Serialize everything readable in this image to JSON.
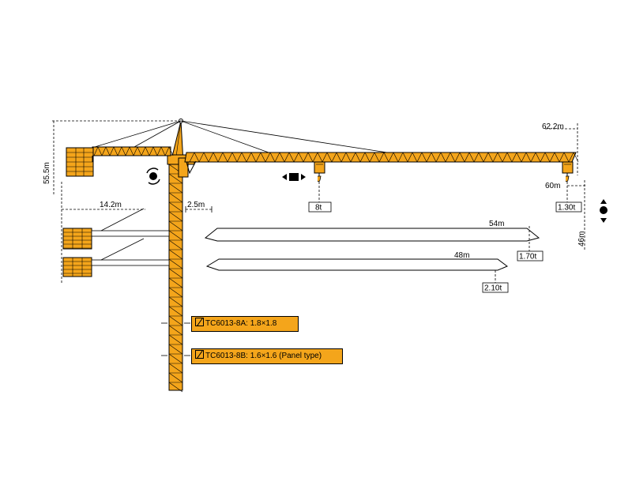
{
  "colors": {
    "steel": "#F4A51B",
    "outline": "#000000",
    "background": "#ffffff"
  },
  "dimensions": {
    "total_height": "55.5m",
    "counter_jib": "14.2m",
    "tower_offset": "2.5m",
    "jib_length": "62.2m",
    "radius_60": "60m",
    "hook_height": "46m"
  },
  "loads": {
    "max_load": "8t",
    "tip_load": "1.30t",
    "load_54": {
      "radius": "54m",
      "capacity": "1.70t"
    },
    "load_48": {
      "radius": "48m",
      "capacity": "2.10t"
    }
  },
  "models": [
    {
      "label": "TC6013-8A: 1.8×1.8"
    },
    {
      "label": "TC6013-8B: 1.6×1.6 (Panel type)"
    }
  ],
  "icons": [
    "slewing-icon",
    "trolley-travel-icon",
    "hoist-updown-icon",
    "mast-section-icon"
  ]
}
